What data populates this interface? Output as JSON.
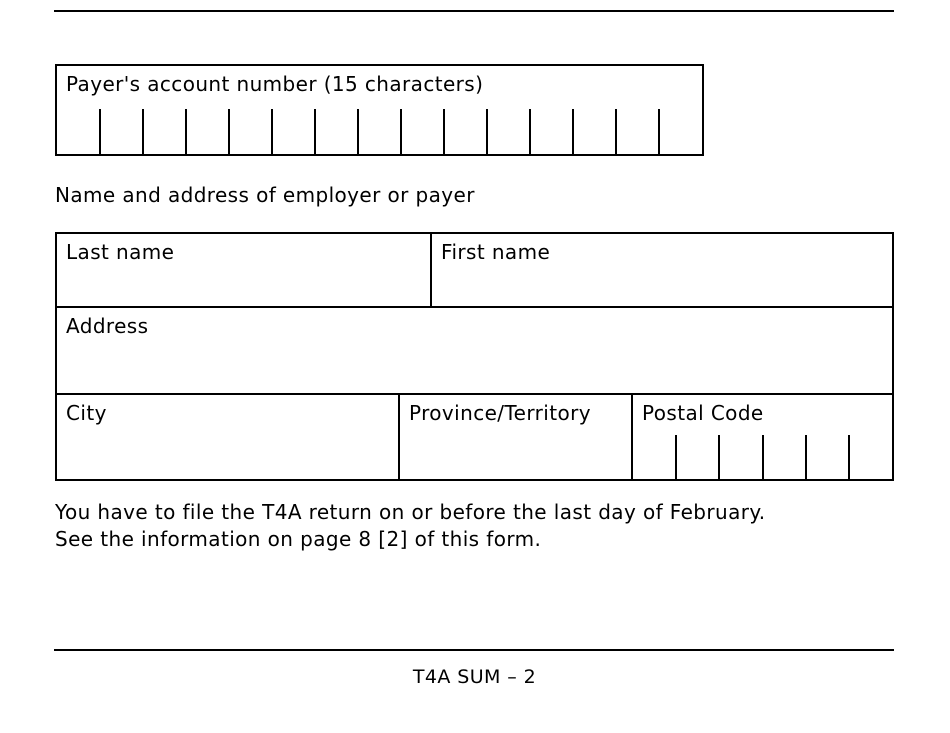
{
  "form": {
    "payer_box": {
      "label": "Payer's account number (15 characters)",
      "cell_count": 15
    },
    "section_heading": "Name and address of employer or payer",
    "table": {
      "last_name_label": "Last name",
      "first_name_label": "First name",
      "address_label": "Address",
      "city_label": "City",
      "province_label": "Province/Territory",
      "postal_code_label": "Postal Code",
      "postal_cell_count": 6
    },
    "note": {
      "line1": "You have to file the T4A return on or before the last day of February.",
      "line2": "See the information on page 8 [2] of this form."
    },
    "footer_label": "T4A SUM – 2",
    "colors": {
      "ink": "#000000",
      "background": "#ffffff"
    }
  }
}
